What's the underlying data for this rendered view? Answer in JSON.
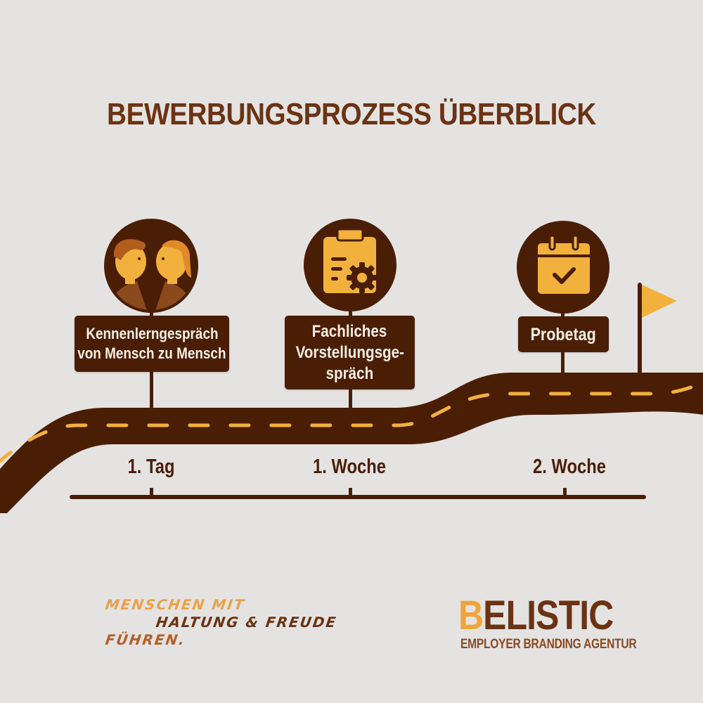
{
  "title": "BEWERBUNGSPROZESS ÜBERBLICK",
  "colors": {
    "background": "#e4e3e2",
    "dark_brown": "#4a1e05",
    "title_brown": "#6b3314",
    "accent_orange": "#f0a43a",
    "road_dash": "#f2b13d"
  },
  "steps": [
    {
      "icon": "two-people-facing-icon",
      "label_lines": [
        "Kennenlerngespräch",
        "von Mensch zu Mensch"
      ],
      "time": "1. Tag"
    },
    {
      "icon": "clipboard-gear-icon",
      "label_lines": [
        "Fachliches",
        "Vorstellungsge-",
        "spräch"
      ],
      "time": "1. Woche"
    },
    {
      "icon": "calendar-check-icon",
      "label_lines": [
        "Probetag"
      ],
      "time": "2. Woche"
    }
  ],
  "goal_icon": "finish-flag-icon",
  "slogan": {
    "line1": "MENSCHEN MIT",
    "line2": "HALTUNG & FREUDE",
    "line3": "FÜHREN."
  },
  "brand": {
    "initial": "B",
    "rest": "ELISTIC",
    "subtitle": "EMPLOYER BRANDING AGENTUR"
  }
}
